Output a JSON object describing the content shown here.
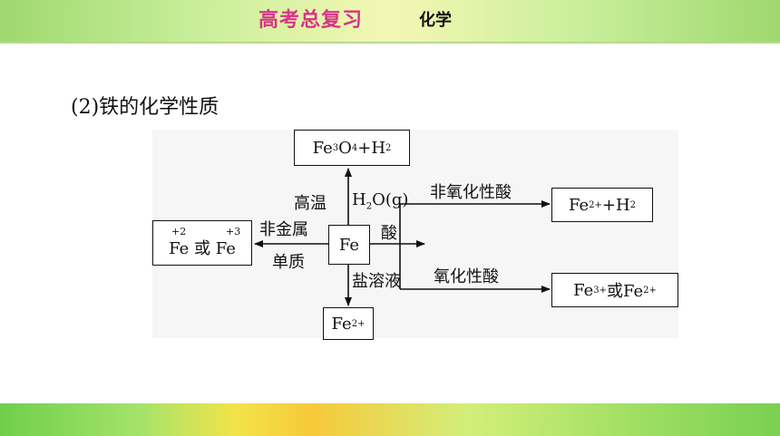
{
  "header": {
    "title": "高考总复习",
    "subject": "化学"
  },
  "section": {
    "title": "(2)铁的化学性质"
  },
  "diagram": {
    "center": "Fe",
    "top_box": {
      "a": "Fe",
      "b": "3",
      "c": "O",
      "d": "4",
      "e": "+H",
      "f": "2"
    },
    "left_box": {
      "ox1": "+2",
      "ox2": "+3",
      "text": "Fe 或 Fe"
    },
    "right_top_box": {
      "a": "Fe",
      "b": "2+",
      "c": "+H",
      "d": "2"
    },
    "right_bottom_box": {
      "a": "Fe",
      "b": "3+",
      "c": "或Fe",
      "d": "2+"
    },
    "bottom_box": {
      "a": "Fe",
      "b": "2+"
    },
    "labels": {
      "high_temp": "高温",
      "water_a": "H",
      "water_b": "2",
      "water_c": "O(g)",
      "nonmetal": "非金属",
      "elemental": "单质",
      "acid": "酸",
      "salt_solution": "盐溶液",
      "non_oxidizing_acid": "非氧化性酸",
      "oxidizing_acid": "氧化性酸"
    }
  }
}
